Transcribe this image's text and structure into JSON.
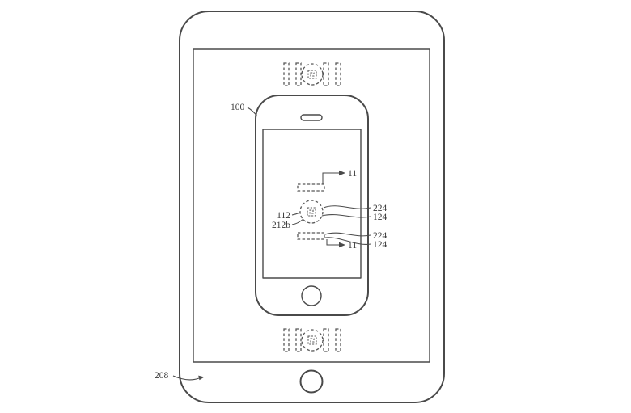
{
  "figure": {
    "description": "Patent-style line drawing of a phone resting on a tablet with inductive alignment coils",
    "colors": {
      "background": "#ffffff",
      "line": "#4a4a4a",
      "dashed_line": "#585858",
      "label_text": "#383838"
    },
    "labels": {
      "phone_ref": "100",
      "tablet_ref": "208",
      "section_top": "11",
      "section_bottom": "11",
      "coil_ref": "112",
      "coil_sub_ref": "212b",
      "magnet_top_outer": "224",
      "magnet_top_inner": "124",
      "magnet_bottom_outer": "224",
      "magnet_bottom_inner": "124"
    }
  }
}
